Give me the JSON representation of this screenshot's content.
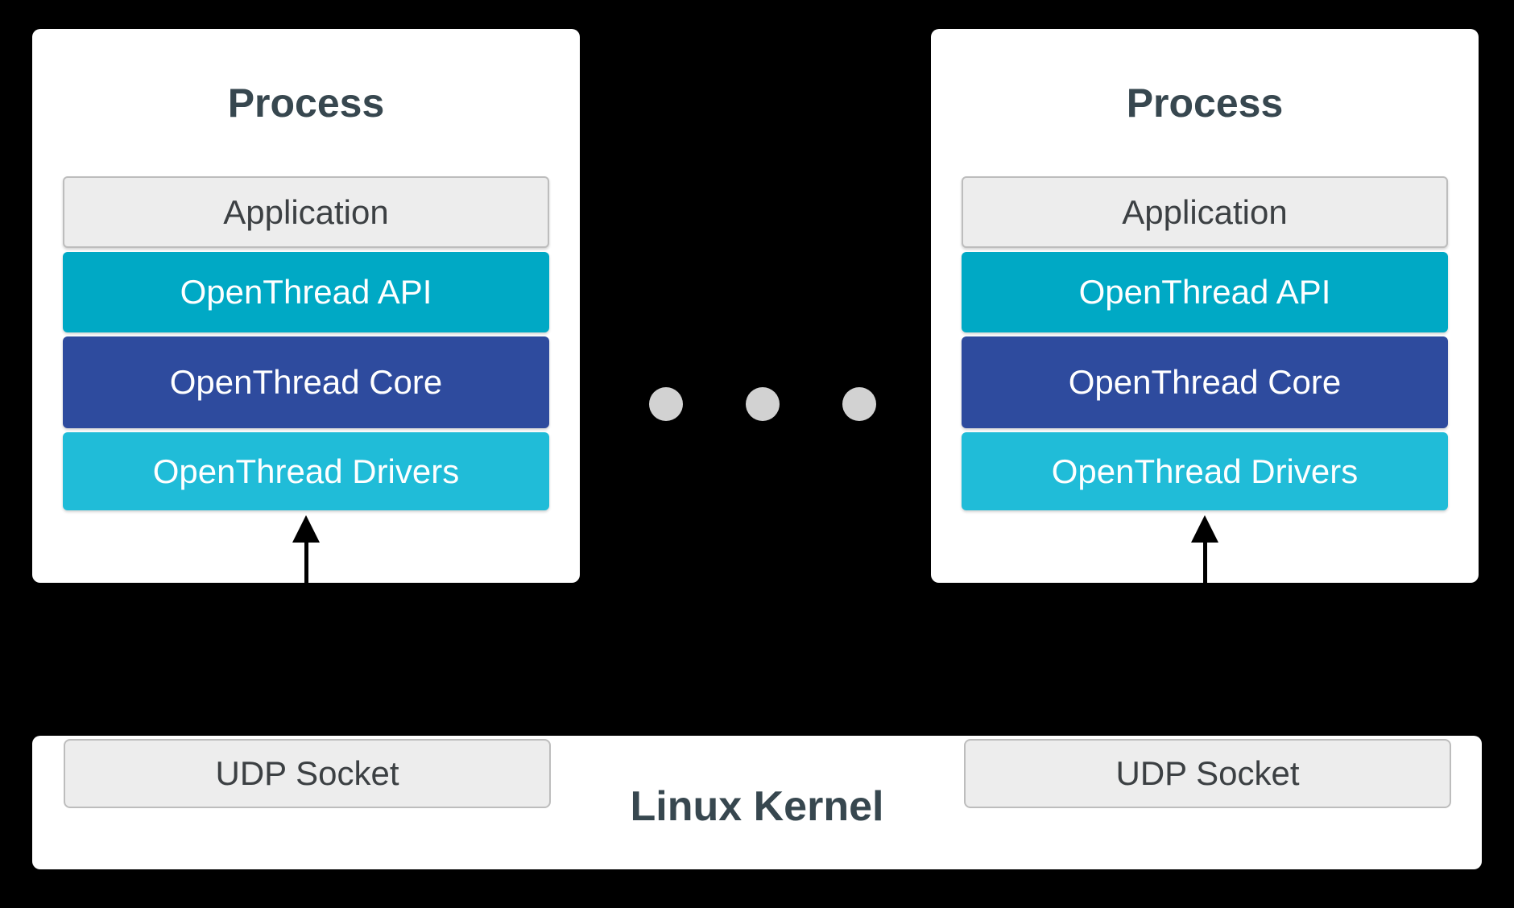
{
  "diagram": {
    "processes": [
      {
        "title": "Process",
        "layers": [
          {
            "label": "Application"
          },
          {
            "label": "OpenThread API"
          },
          {
            "label": "OpenThread Core"
          },
          {
            "label": "OpenThread Drivers"
          }
        ]
      },
      {
        "title": "Process",
        "layers": [
          {
            "label": "Application"
          },
          {
            "label": "OpenThread API"
          },
          {
            "label": "OpenThread Core"
          },
          {
            "label": "OpenThread Drivers"
          }
        ]
      }
    ],
    "ellipsis": {
      "dot_count": 3
    },
    "kernel": {
      "label": "Linux Kernel",
      "sockets": [
        {
          "label": "UDP Socket"
        },
        {
          "label": "UDP Socket"
        }
      ]
    },
    "colors": {
      "page_background": "#000000",
      "process_box": "#FFFFFF",
      "application_bg": "#EDEDED",
      "application_border": "#BDBDBD",
      "application_text": "#3C4043",
      "api_bg": "#00A9C5",
      "core_bg": "#2E4B9E",
      "drivers_bg": "#20BCD8",
      "layer_text": "#FFFFFF",
      "heading_text": "#37474F",
      "dot": "#D2D2D2",
      "arrow": "#000000"
    }
  }
}
